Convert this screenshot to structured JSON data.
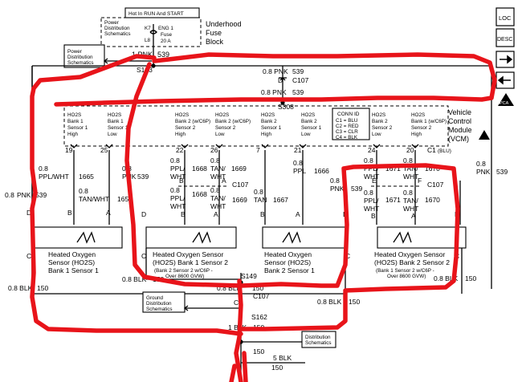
{
  "fuse_block": {
    "header": "Hot In RUN And START",
    "pds_label": [
      "Power",
      "Distribution",
      "Schematics"
    ],
    "k7": "K7",
    "eng": "ENG 1",
    "fuse": "Fuse",
    "l8": "L8",
    "amp": "20 A",
    "name": [
      "Underhood",
      "Fuse",
      "Block"
    ]
  },
  "power_dist_box": [
    "Power",
    "Distribution",
    "Schematics"
  ],
  "ground_dist_box": [
    "Ground",
    "Distribution",
    "Schematics"
  ],
  "dist_box_right": [
    "Distribution",
    "Schematics"
  ],
  "top_wires": {
    "feed": "1 PNK",
    "feed_circuit": "539",
    "s103": "S103",
    "w_c107": "0.8 PNK",
    "w_c107_circuit": "539",
    "c107_pin": "D",
    "c107": "C107",
    "w_s308": "0.8 PNK",
    "w_s308_circuit": "539",
    "s308": "S308"
  },
  "conn_id": {
    "title": "CONN ID",
    "lines": [
      "C1 = BLU",
      "C2 = RED",
      "C3 = CLR",
      "C4 = BLK"
    ]
  },
  "vcm": {
    "name": [
      "Vehicle",
      "Control",
      "Module",
      "(VCM)"
    ],
    "c1": "C1",
    "c1_color": "(BLU)"
  },
  "vcm_pins": [
    {
      "lines": [
        "HO2S",
        "Bank 1",
        "Sensor 1",
        "High"
      ],
      "pin": "19"
    },
    {
      "lines": [
        "HO2S",
        "Bank 1",
        "Sensor 1",
        "Low"
      ],
      "pin": "25"
    },
    {
      "lines": [
        "HO2S",
        "Bank 2 (w/C6P)",
        "Sensor 2",
        "High"
      ],
      "pin": "22"
    },
    {
      "lines": [
        "HO2S",
        "Bank 2 (w/C6P)",
        "Sensor 2",
        "Low"
      ],
      "pin": "26"
    },
    {
      "lines": [
        "HO2S",
        "Bank 2",
        "Sensor 1",
        "High"
      ],
      "pin": "7"
    },
    {
      "lines": [
        "HO2S",
        "Bank 2",
        "Sensor 1",
        "Low"
      ],
      "pin": "21"
    },
    {
      "lines": [
        "HO2S",
        "Bank 2",
        "Sensor 2",
        "Low"
      ],
      "pin": "24"
    },
    {
      "lines": [
        "HO2S",
        "Bank 1 (w/C6P)",
        "Sensor 2",
        "High"
      ],
      "pin": "20"
    }
  ],
  "wires": {
    "s1_hi": {
      "gauge": "0.8",
      "color": "PPL/WHT",
      "circuit": "1665"
    },
    "s1_lo": {
      "gauge": "0.8",
      "color": "PNK",
      "circuit": "539"
    },
    "s1_tan": {
      "gauge": "0.8",
      "color": "TAN/WHT",
      "circuit": "1653"
    },
    "s1_feed": {
      "gauge": "0.8",
      "color": "PNK",
      "circuit": "539"
    },
    "s2_upper_ppl": {
      "gauge": "0.8",
      "color": "PPL/",
      "color2": "WHT",
      "circuit": "1668"
    },
    "s2_upper_tan": {
      "gauge": "0.8",
      "color": "TAN/",
      "color2": "WHT",
      "circuit": "1669"
    },
    "s2_c107": "C107",
    "s2_lower_ppl": {
      "gauge": "0.8",
      "color": "PPL/",
      "color2": "WHT",
      "circuit": "1668"
    },
    "s2_lower_tan": {
      "gauge": "0.8",
      "color": "TAN/",
      "color2": "WHT",
      "circuit": "1669"
    },
    "s3_tan": {
      "gauge": "0.8",
      "color": "TAN",
      "circuit": "1667"
    },
    "s3_ppl": {
      "gauge": "0.8",
      "color": "PPL",
      "circuit": "1666"
    },
    "s3_pnk": {
      "gauge": "0.8",
      "color": "PNK",
      "circuit": "539"
    },
    "s4_upper_ppl": {
      "gauge": "0.8",
      "color": "PPL/",
      "color2": "WHT",
      "circuit": "1671"
    },
    "s4_upper_tan": {
      "gauge": "0.8",
      "color": "TAN/",
      "color2": "WHT",
      "circuit": "1670"
    },
    "s4_c107": "C107",
    "s4_lower_ppl": {
      "gauge": "0.8",
      "color": "PPL/",
      "color2": "WHT",
      "circuit": "1671"
    },
    "s4_lower_tan": {
      "gauge": "0.8",
      "color": "TAN/",
      "color2": "WHT",
      "circuit": "1670"
    },
    "s4_pnk": {
      "gauge": "0.8",
      "color": "PNK",
      "circuit": "539"
    }
  },
  "pins": {
    "s1": [
      "D",
      "B",
      "A",
      "C"
    ],
    "s2": [
      "B",
      "A",
      "B",
      "A",
      "D",
      "C"
    ],
    "s3": [
      "B",
      "A",
      "D",
      "C"
    ],
    "s4": [
      "E",
      "F",
      "B",
      "A",
      "D",
      "C"
    ]
  },
  "sensors": [
    {
      "name": [
        "Heated Oxygen",
        "Sensor (HO2S)",
        "Bank 1 Sensor 1"
      ],
      "note": []
    },
    {
      "name": [
        "Heated Oxygen Sensor",
        "(HO2S) Bank 1 Sensor 2"
      ],
      "note": [
        "(Bank 2 Sensor 2 w/C6P -",
        "Over 8600 GVW)"
      ]
    },
    {
      "name": [
        "Heated Oxygen",
        "Sensor (HO2S)",
        "Bank 2 Sensor 1"
      ],
      "note": []
    },
    {
      "name": [
        "Heated Oxygen Sensor",
        "(HO2S) Bank 2 Sensor 2"
      ],
      "note": [
        "(Bank 1 Sensor 2 w/C6P -",
        "Over 8600 GVW)"
      ]
    }
  ],
  "grounds": {
    "left": {
      "wire": "0.8 BLK",
      "circuit": "150"
    },
    "mid": {
      "wire": "0.8 BLK",
      "circuit": "150"
    },
    "center": {
      "wire": "0.8 BLK",
      "circuit": "150"
    },
    "right_a": {
      "wire": "0.8 BLK",
      "circuit": "150"
    },
    "right_b": {
      "wire": "0.8 BLK",
      "circuit": "150"
    },
    "s149": "S149",
    "c107": "C107",
    "c107_pin": "C",
    "w_s162": {
      "wire": "1 BLK",
      "circuit": "150"
    },
    "s162": "S162",
    "bottom": {
      "wire": "5 BLK",
      "circuit": "150"
    },
    "bottom_circuit": "150"
  },
  "side_buttons": [
    "LOC",
    "DESC"
  ],
  "pca": "PCA"
}
